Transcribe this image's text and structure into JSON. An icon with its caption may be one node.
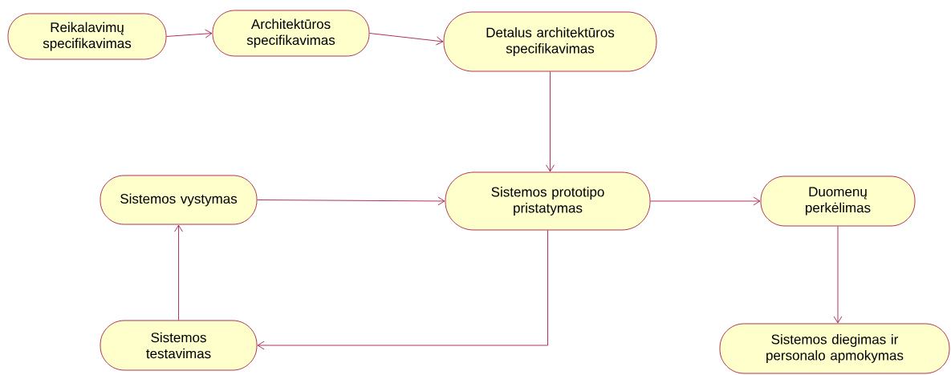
{
  "diagram": {
    "nodes": [
      {
        "text": [
          "Reikalavimų specifikavimas"
        ]
      },
      {
        "text": [
          "Architektūros specifikavimas"
        ]
      },
      {
        "text": [
          "Detalus architektūros specifikavimas"
        ]
      },
      {
        "text": [
          "Sistemos vystymas"
        ]
      },
      {
        "text": [
          "Sistemos prototipo pristatymas"
        ]
      },
      {
        "text": [
          "Duomenų perkėlimas"
        ]
      },
      {
        "text": [
          "Sistemos testavimas"
        ]
      },
      {
        "text": [
          "Sistemos diegimas ir personalo apmokymas"
        ]
      }
    ],
    "edges": [
      {
        "from": 0,
        "to": 1,
        "arrow": "to"
      },
      {
        "from": 1,
        "to": 2,
        "arrow": "to"
      },
      {
        "from": 2,
        "to": 4,
        "arrow": "to"
      },
      {
        "from": 3,
        "to": 4,
        "arrow": "to"
      },
      {
        "from": 4,
        "to": 5,
        "arrow": "to"
      },
      {
        "from": 5,
        "to": 7,
        "arrow": "to"
      },
      {
        "from": 4,
        "to": 6,
        "arrow": "to"
      },
      {
        "from": 6,
        "to": 3,
        "arrow": "to"
      }
    ]
  }
}
